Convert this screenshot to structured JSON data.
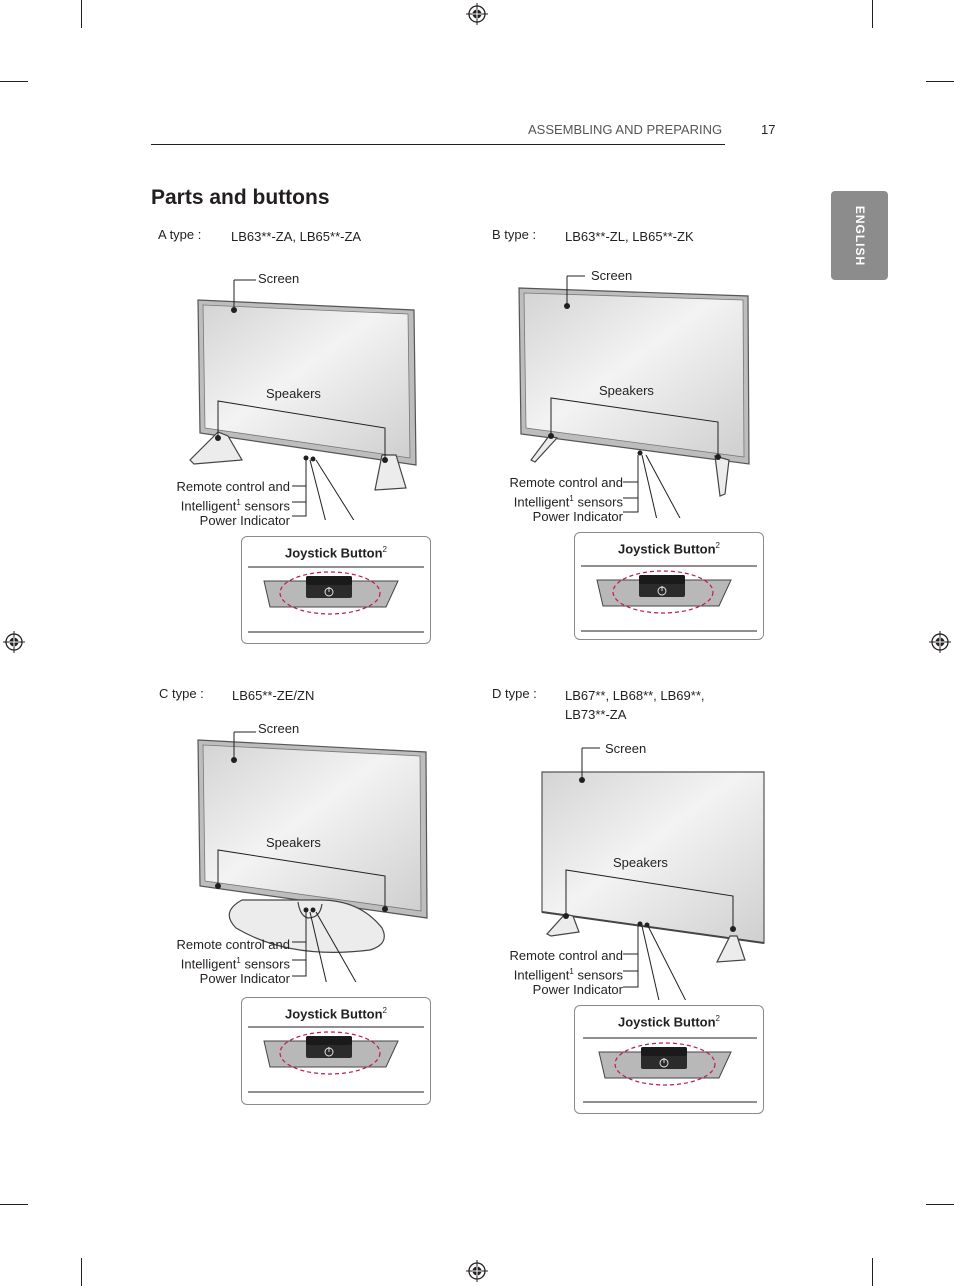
{
  "header": {
    "section": "ASSEMBLING AND PREPARING",
    "page_number": "17"
  },
  "title": "Parts and buttons",
  "language_tab": "ENGLISH",
  "labels": {
    "screen": "Screen",
    "speakers": "Speakers",
    "remote_line1": "Remote control and",
    "remote_line2_a": "Intelligent",
    "remote_line2_sup": "1",
    "remote_line2_b": " sensors",
    "power": "Power Indicator",
    "joystick": "Joystick Button",
    "joystick_sup": "2"
  },
  "types": [
    {
      "label": "A type :",
      "models": "LB63**-ZA, LB65**-ZA"
    },
    {
      "label": "B type :",
      "models": "LB63**-ZL, LB65**-ZK"
    },
    {
      "label": "C type :",
      "models": "LB65**-ZE/ZN"
    },
    {
      "label": "D type :",
      "models": "LB67**, LB68**, LB69**, LB73**-ZA"
    }
  ],
  "icons": {
    "registration_mark": "crosshair-circle-icon",
    "power_symbol": "power-icon"
  }
}
